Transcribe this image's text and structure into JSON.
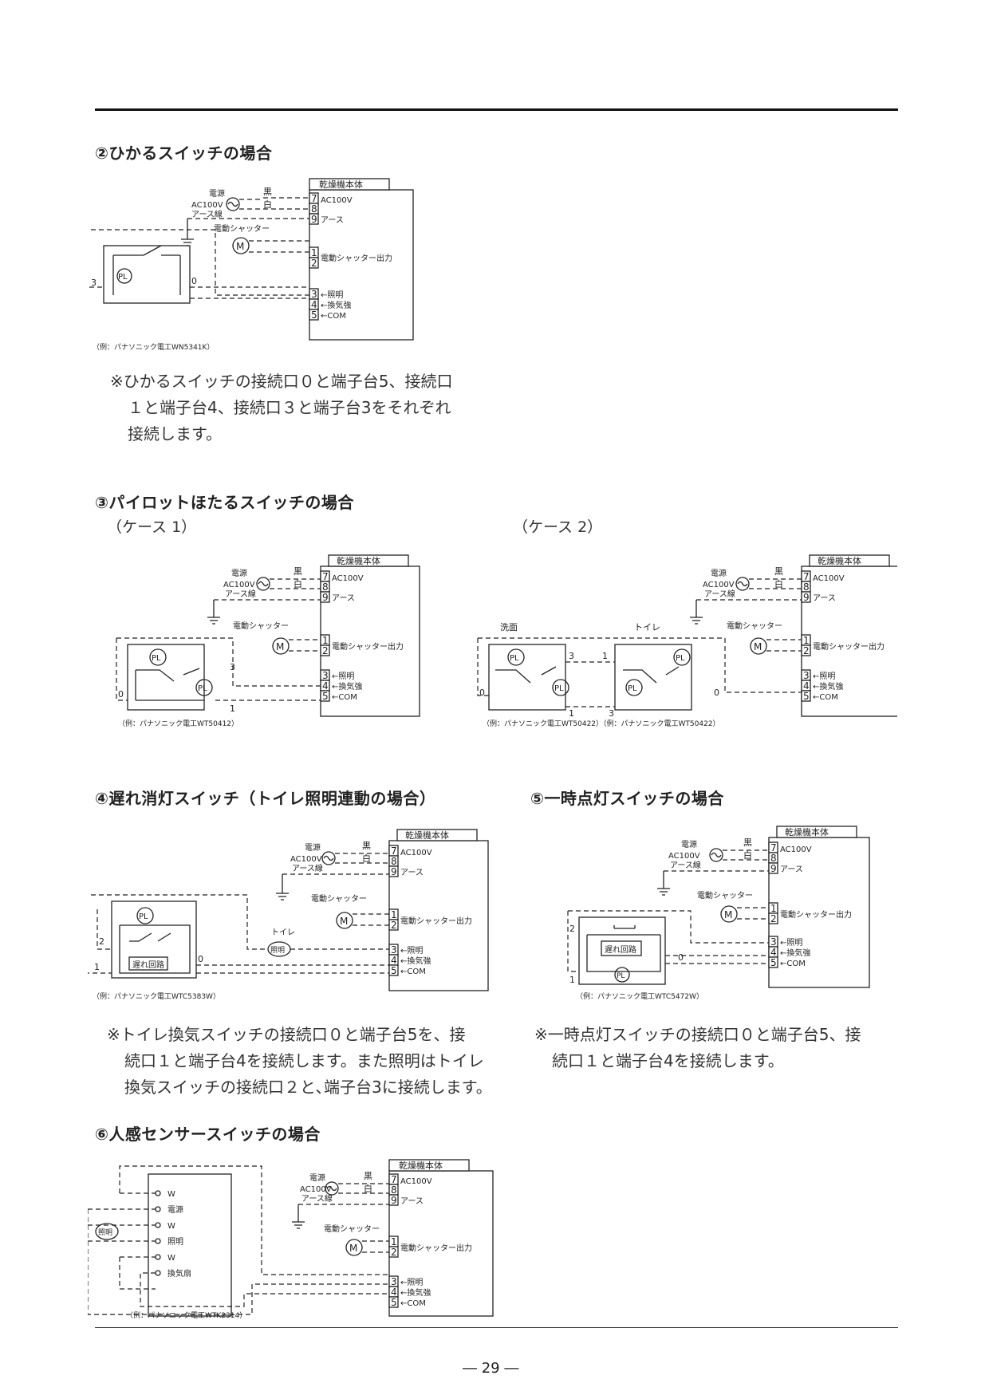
{
  "labels": {
    "body_title": "乾燥機本体",
    "power": "電源",
    "ac_in": "AC100V",
    "earth_wire": "アース線",
    "black": "黒",
    "white": "白",
    "earth": "アース",
    "motor_shutter": "電動シャッター",
    "shutter_out": "電動シャッター出力",
    "lighting": "←照明",
    "vent_strong": "←換気強",
    "com": "←COM",
    "motor": "M",
    "pilot": "PL",
    "delay_circuit": "遅れ回路",
    "toilet": "トイレ",
    "washroom": "洗面",
    "lamp": "照明",
    "t7": "7",
    "t8": "8",
    "t9": "9",
    "t1": "1",
    "t2": "2",
    "t3": "3",
    "t4": "4",
    "t5": "5",
    "p0": "0",
    "p1": "1",
    "p2": "2",
    "p3": "3",
    "w": "W",
    "sensor_power": "電源",
    "sensor_light": "照明",
    "sensor_fan": "換気扇"
  },
  "sections": {
    "s2": {
      "title": "②ひかるスイッチの場合",
      "example": "（例：パナソニック電工WN5341K）",
      "note_lines": [
        "※ひかるスイッチの接続口０と端子台5、接続口",
        "１と端子台4、接続口３と端子台3をそれぞれ",
        "接続します。"
      ]
    },
    "s3": {
      "title": "③パイロットほたるスイッチの場合",
      "case1": "（ケース 1）",
      "case2": "（ケース 2）",
      "example1": "（例：パナソニック電工WT50412）",
      "example2": "（例：パナソニック電工WT50422）（例：パナソニック電工WT50422）"
    },
    "s4": {
      "title": "④遅れ消灯スイッチ（トイレ照明連動の場合）",
      "example": "（例：パナソニック電工WTC5383W）",
      "note_lines": [
        "※トイレ換気スイッチの接続口０と端子台5を、接",
        "続口１と端子台4を接続します。また照明はトイレ",
        "換気スイッチの接続口２と､端子台3に接続します。"
      ]
    },
    "s5": {
      "title": "⑤一時点灯スイッチの場合",
      "example": "（例：パナソニック電工WTC5472W）",
      "note_lines": [
        "※一時点灯スイッチの接続口０と端子台5、接",
        "続口１と端子台4を接続します。"
      ]
    },
    "s6": {
      "title": "⑥人感センサースイッチの場合",
      "example": "（例：パナソニック電工WTK2314）"
    }
  },
  "page_number": "― 29 ―"
}
